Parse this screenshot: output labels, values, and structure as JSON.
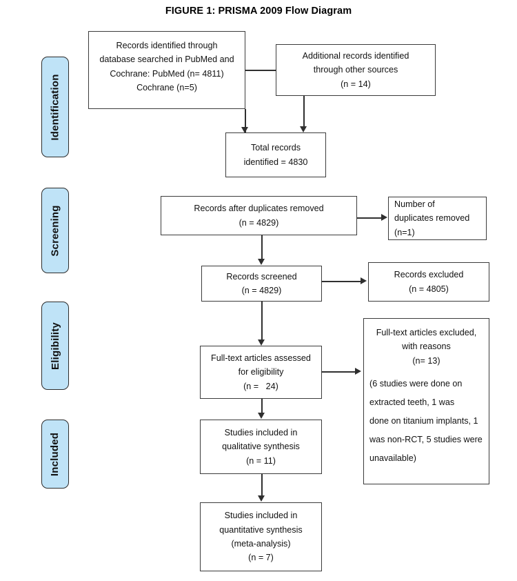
{
  "figure": {
    "title": "FIGURE 1: PRISMA 2009 Flow Diagram"
  },
  "stages": [
    {
      "id": "identification",
      "label": "Identification"
    },
    {
      "id": "screening",
      "label": "Screening"
    },
    {
      "id": "eligibility",
      "label": "Eligibility"
    },
    {
      "id": "included",
      "label": "Included"
    }
  ],
  "boxes": {
    "records_identified": {
      "name": "records-identified-box",
      "lines": [
        "Records identified through",
        "database searched in PubMed and",
        "Cochrane: PubMed (n= 4811)",
        "Cochrane (n=5)"
      ]
    },
    "additional_records": {
      "name": "additional-records-box",
      "lines": [
        "Additional records identified",
        "through other sources",
        "(n = 14)"
      ]
    },
    "total_records": {
      "name": "total-records-box",
      "lines": [
        "Total records",
        "identified = 4830"
      ]
    },
    "after_duplicates": {
      "name": "records-after-duplicates-box",
      "lines": [
        "Records after duplicates removed",
        "(n = 4829)"
      ]
    },
    "duplicates_removed": {
      "name": "duplicates-removed-box",
      "lines": [
        "Number of",
        "duplicates removed",
        "(n=1)"
      ]
    },
    "records_screened": {
      "name": "records-screened-box",
      "lines": [
        "Records screened",
        "(n = 4829)"
      ]
    },
    "records_excluded": {
      "name": "records-excluded-box",
      "lines": [
        "Records excluded",
        "(n = 4805)"
      ]
    },
    "fulltext_assessed": {
      "name": "fulltext-assessed-box",
      "lines": [
        "Full-text articles assessed",
        "for eligibility",
        "(n =   24)"
      ]
    },
    "fulltext_excluded": {
      "name": "fulltext-excluded-box",
      "header_lines": [
        "Full-text articles excluded,",
        "with reasons",
        "(n= 13)"
      ],
      "reason_lines": [
        "(6 studies were done on",
        "extracted teeth, 1 was",
        "done on titanium implants, 1",
        "was non-RCT, 5 studies were",
        "unavailable)"
      ]
    },
    "qualitative": {
      "name": "qualitative-synthesis-box",
      "lines": [
        "Studies included in",
        "qualitative synthesis",
        "(n = 11)"
      ]
    },
    "quantitative": {
      "name": "quantitative-synthesis-box",
      "lines": [
        "Studies included in",
        "quantitative synthesis",
        "(meta-analysis)",
        "(n = 7)"
      ]
    }
  },
  "colors": {
    "badge_fill": "#bfe3f7",
    "badge_border": "#2b2b2b",
    "box_border": "#3a3a3a",
    "connector": "#2f2f2f",
    "background": "#ffffff",
    "text": "#111111"
  }
}
